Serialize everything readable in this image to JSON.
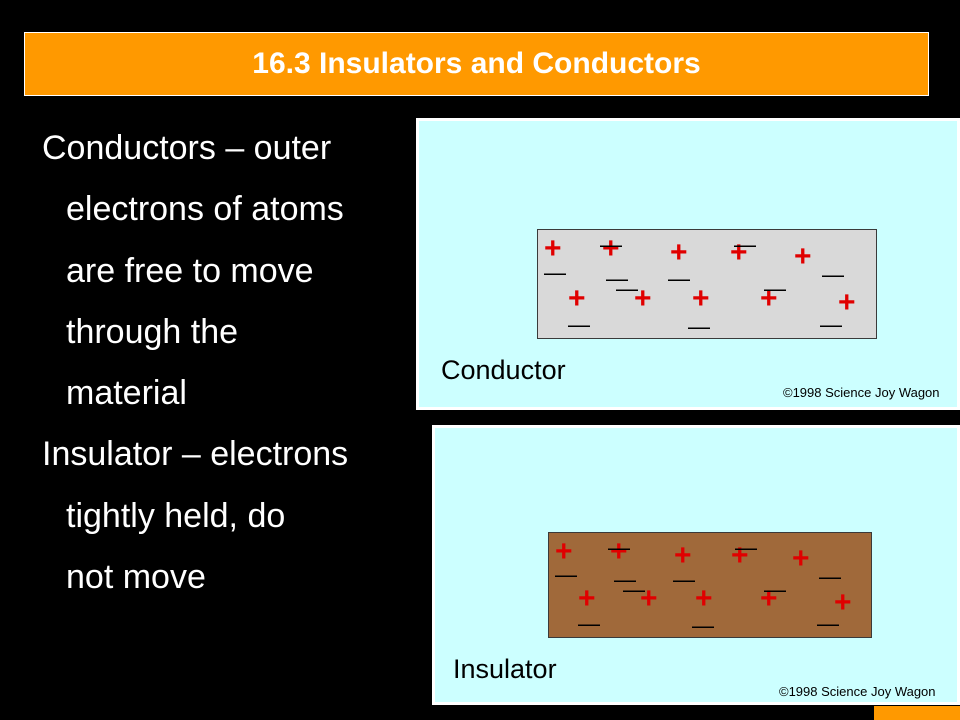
{
  "slide": {
    "title": "16.3 Insulators and Conductors",
    "lines": [
      "Conductors – outer",
      "electrons of atoms",
      "are free to move",
      "through the",
      "material",
      "Insulator – electrons",
      "tightly held, do",
      "not move"
    ]
  },
  "figures": {
    "conductor": {
      "label": "Conductor",
      "copyright": "©1998 Science Joy Wagon",
      "material_color": "#D9D9D9"
    },
    "insulator": {
      "label": "Insulator",
      "copyright": "©1998 Science Joy Wagon",
      "material_color": "#A0693A"
    },
    "proton_symbol": "+",
    "electron_symbol": "—"
  },
  "colors": {
    "title_background": "#FF9900",
    "panel_background": "#CCFFFF",
    "proton": "#E00000",
    "electron": "#000000"
  }
}
